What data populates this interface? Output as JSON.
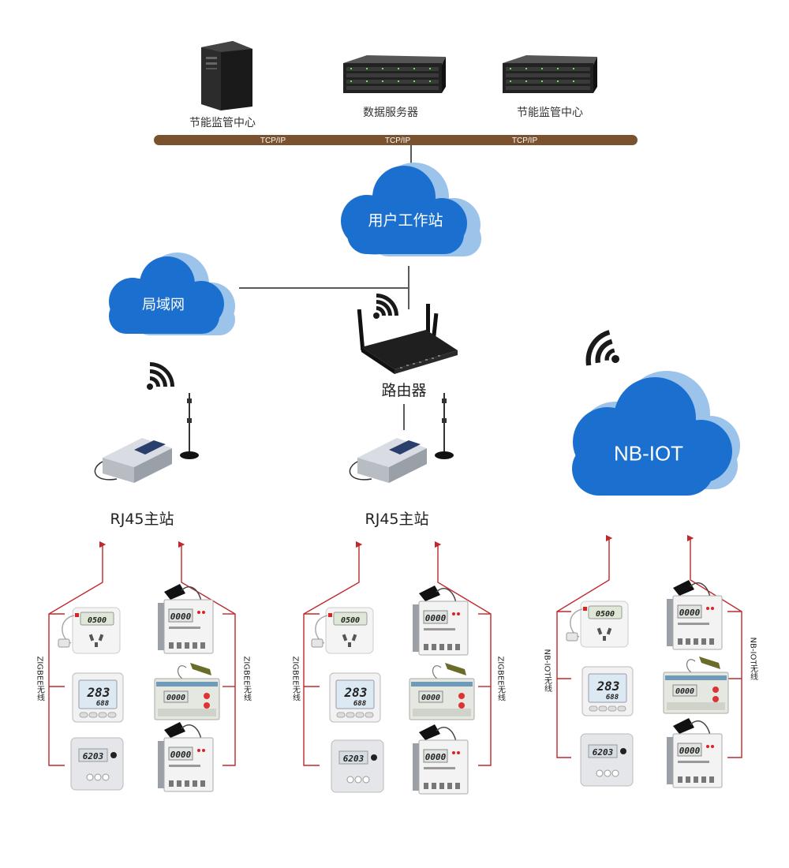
{
  "servers": {
    "left_label": "节能监管中心",
    "middle_label": "数据服务器",
    "right_label": "节能监管中心"
  },
  "bus": {
    "labels": [
      "TCP/IP",
      "TCP/IP",
      "TCP/IP"
    ],
    "color": "#7a5230"
  },
  "clouds": {
    "workstation": "用户工作站",
    "lan": "局域网",
    "nbiot": "NB-IOT",
    "color": "#1b6fcf",
    "shadow_color": "#9cc3ea"
  },
  "router": {
    "label": "路由器"
  },
  "stations": {
    "left_label": "RJ45主站",
    "middle_label": "RJ45主站"
  },
  "side_labels": {
    "zigbee": "ZIGBEE无线",
    "nbiot": "NB-IOT无线"
  },
  "devices": {
    "socket_display": "0500",
    "thermostat_value": "283",
    "thermostat_sub": "688",
    "sensor_value": "6203",
    "meter_display": "0000"
  },
  "wiring_color": "#c0282b"
}
